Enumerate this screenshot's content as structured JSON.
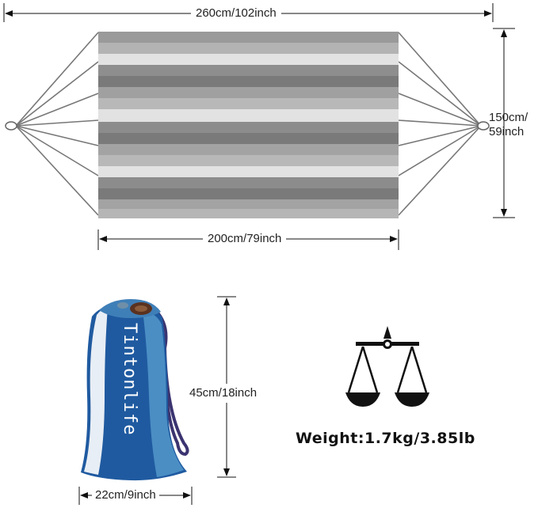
{
  "dimensions": {
    "total_length": "260cm/102inch",
    "width": "150cm/59inch",
    "width_line1": "150cm/",
    "width_line2": "59inch",
    "bed_length": "200cm/79inch",
    "bag_height": "45cm/18inch",
    "bag_width": "22cm/9inch"
  },
  "bag": {
    "brand": "Tintonlife"
  },
  "weight": {
    "text": "Weight:1.7kg/3.85lb"
  },
  "icons": {
    "hammock": "hammock-illustration",
    "bag": "storage-bag-illustration",
    "scale": "balance-scale-icon"
  },
  "colors": {
    "stripe_light": "#dcdcdc",
    "stripe_mid": "#a9a9a9",
    "stripe_dark": "#7a7a7a",
    "bag_blue": "#1f5aa0",
    "bag_light_blue": "#4a8ec4"
  }
}
